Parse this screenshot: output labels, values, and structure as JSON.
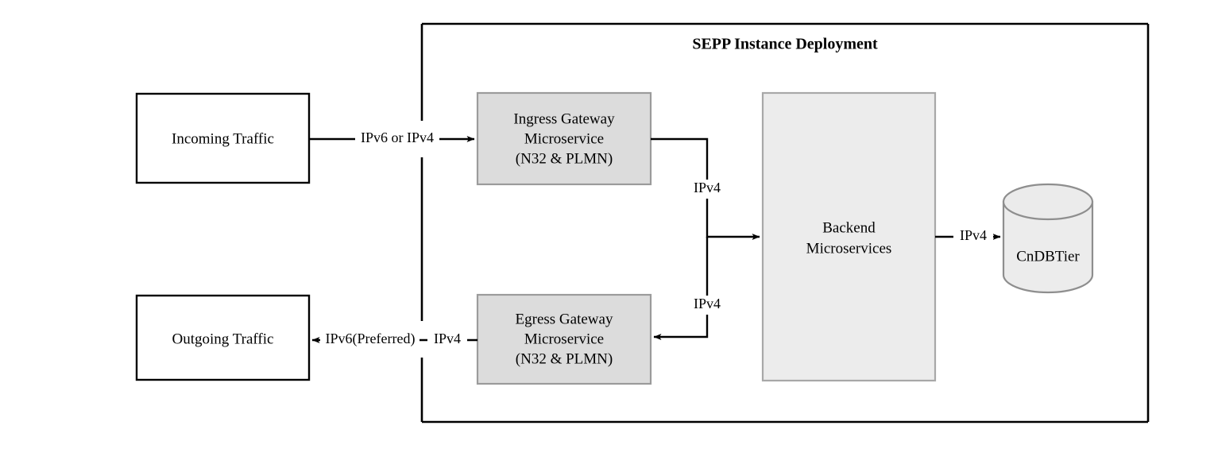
{
  "diagram": {
    "title": "SEPP Instance Deployment",
    "container_label": "SEPP Instance Deployment",
    "nodes": {
      "incoming_traffic": "Incoming Traffic",
      "outgoing_traffic": "Outgoing Traffic",
      "ingress_gateway_line1": "Ingress Gateway",
      "ingress_gateway_line2": "Microservice",
      "ingress_gateway_line3": "(N32 & PLMN)",
      "egress_gateway_line1": "Egress Gateway",
      "egress_gateway_line2": "Microservice",
      "egress_gateway_line3": "(N32 & PLMN)",
      "backend_line1": "Backend",
      "backend_line2": "Microservices",
      "database": "CnDBTier"
    },
    "edges": {
      "incoming_to_ingress": "IPv6 or IPv4",
      "ingress_to_backend": "IPv4",
      "backend_to_egress": "IPv4",
      "backend_to_db": "IPv4",
      "egress_to_outgoing_inner": "IPv4",
      "egress_to_outgoing_outer": "IPv6(Preferred)"
    },
    "colors": {
      "gateway_fill": "#dcdcdc",
      "gateway_stroke": "#9b9b9b",
      "backend_fill": "#ececec",
      "backend_stroke": "#a8a8a8",
      "plain_fill": "#ffffff",
      "plain_stroke": "#000000",
      "cylinder_fill": "#ececec",
      "cylinder_stroke": "#8e8e8e",
      "line": "#000000",
      "background": "#ffffff"
    }
  }
}
